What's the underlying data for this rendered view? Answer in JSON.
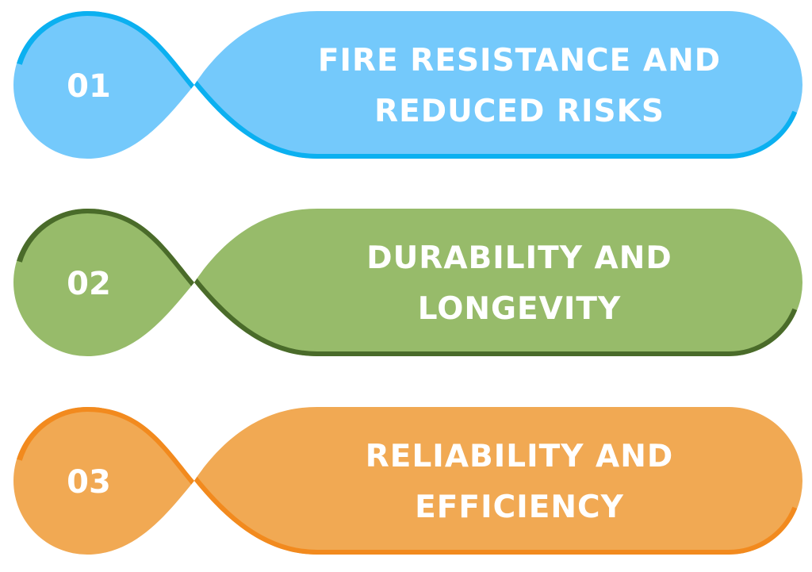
{
  "items": [
    {
      "number": "01",
      "line1": "FIRE RESISTANCE AND",
      "line2": "REDUCED RISKS",
      "fill": "#74C9FB",
      "accent": "#0BB0F0"
    },
    {
      "number": "02",
      "line1": "DURABILITY AND",
      "line2": "LONGEVITY",
      "fill": "#97BB6A",
      "accent": "#4A6B2A"
    },
    {
      "number": "03",
      "line1": "RELIABILITY AND",
      "line2": "EFFICIENCY",
      "fill": "#F1A953",
      "accent": "#F28A1E"
    }
  ]
}
